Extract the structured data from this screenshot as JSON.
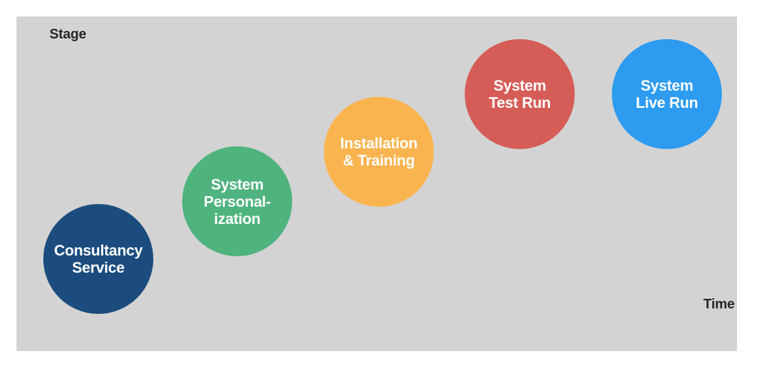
{
  "page": {
    "background": "#ffffff",
    "plot_background": "#d3d3d3"
  },
  "axes": {
    "y_label": "Stage",
    "x_label": "Time",
    "label_color": "#262626"
  },
  "circle_text_color": "#ffffff",
  "stages": [
    {
      "name": "consultancy-service",
      "label": "Consultancy Service",
      "lines": [
        "Consultancy",
        "Service"
      ],
      "color": "#1b4c7d"
    },
    {
      "name": "system-personalization",
      "label": "System Personal-ization",
      "lines": [
        "System",
        "Personal-",
        "ization"
      ],
      "color": "#4fb37e"
    },
    {
      "name": "installation-training",
      "label": "Installation & Training",
      "lines": [
        "Installation",
        "& Training"
      ],
      "color": "#fab44f"
    },
    {
      "name": "system-test-run",
      "label": "System Test Run",
      "lines": [
        "System",
        "Test Run"
      ],
      "color": "#d65c57"
    },
    {
      "name": "system-live-run",
      "label": "System Live Run",
      "lines": [
        "System",
        "Live Run"
      ],
      "color": "#2d9bf0"
    }
  ]
}
